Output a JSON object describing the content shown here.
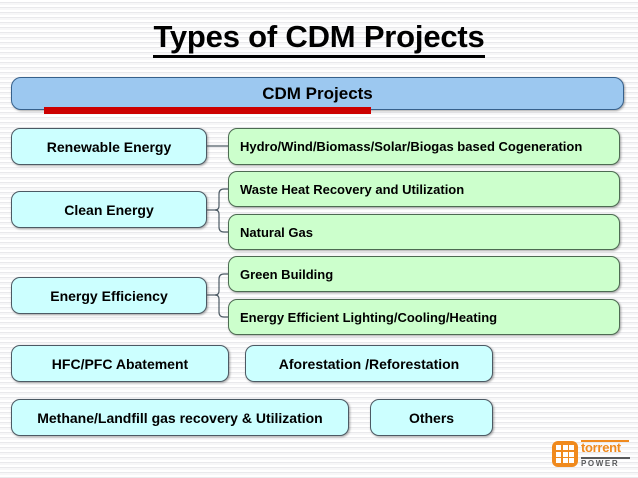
{
  "slide": {
    "title": "Types of CDM Projects",
    "root": {
      "label": "CDM Projects"
    },
    "accent_colors": {
      "root_fill": "#9CC8F0",
      "category_fill": "#CCFFFF",
      "detail_fill": "#CCFFCC",
      "accent_bar": "#CC0000",
      "logo_orange": "#F08A1E"
    },
    "categories": [
      {
        "label": "Renewable Energy"
      },
      {
        "label": "Clean Energy"
      },
      {
        "label": "Energy Efficiency"
      },
      {
        "label": "HFC/PFC Abatement"
      },
      {
        "label": "Aforestation /Reforestation"
      },
      {
        "label": "Methane/Landfill gas recovery & Utilization"
      },
      {
        "label": "Others"
      }
    ],
    "details": [
      {
        "label": "Hydro/Wind/Biomass/Solar/Biogas based Cogeneration"
      },
      {
        "label": "Waste Heat Recovery and Utilization"
      },
      {
        "label": "Natural Gas"
      },
      {
        "label": "Green Building"
      },
      {
        "label": "Energy Efficient Lighting/Cooling/Heating"
      }
    ],
    "logo": {
      "name": "torrent",
      "sub": "POWER"
    }
  }
}
